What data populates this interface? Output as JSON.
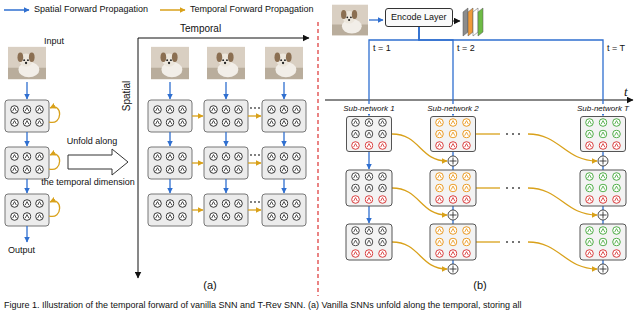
{
  "diagram": {
    "caption": "Figure 1. Illustration of the temporal forward of vanilla SNN and T-Rev SNN. (a) Vanilla SNNs unfold along the temporal, storing all",
    "nodes": [
      {
        "text": [
          "Encode Layer"
        ]
      },
      {
        "text": [
          "Sub-network 1"
        ]
      },
      {
        "text": [
          "Sub-network 2"
        ]
      },
      {
        "text": [
          "Sub-network T"
        ]
      }
    ],
    "edges": [
      {
        "from": 0,
        "to": 1,
        "arrow": "to",
        "label": "t = 1"
      },
      {
        "from": 0,
        "to": 2,
        "arrow": "to",
        "label": "t = 2"
      },
      {
        "from": 0,
        "to": 3,
        "arrow": "to",
        "label": "t = T"
      }
    ],
    "labels": [
      "Temporal",
      "Spatial",
      "Input",
      "Output",
      "Unfold along",
      "the temporal dimension",
      "(a)",
      "t",
      "(b)"
    ],
    "legend": [
      {
        "text": "Spatial Forward Propagation"
      },
      {
        "text": "Temporal Forward Propagation"
      }
    ]
  }
}
